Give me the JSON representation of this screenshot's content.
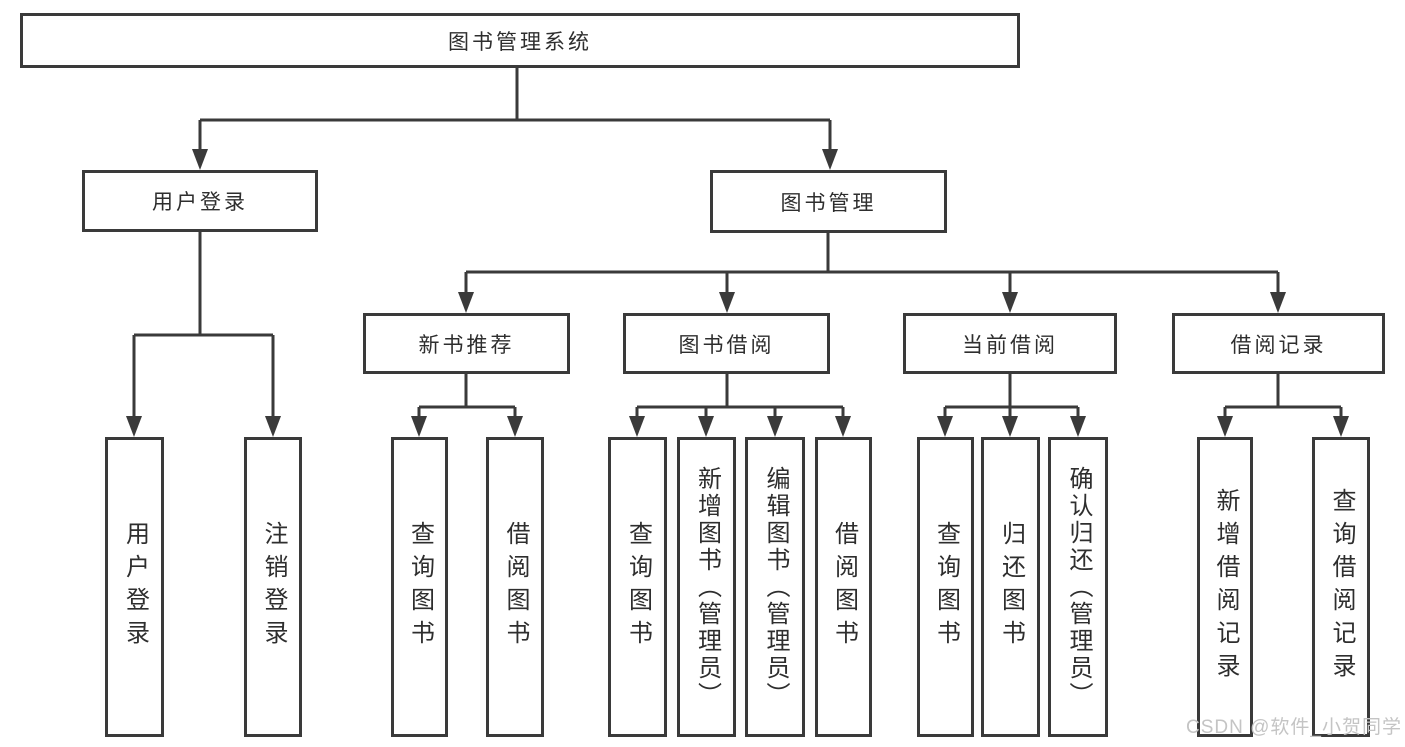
{
  "tree": {
    "label": "图书管理系统",
    "children": [
      {
        "label": "用户登录",
        "children": [
          {
            "label": "用户登录"
          },
          {
            "label": "注销登录"
          }
        ]
      },
      {
        "label": "图书管理",
        "children": [
          {
            "label": "新书推荐",
            "children": [
              {
                "label": "查询图书"
              },
              {
                "label": "借阅图书"
              }
            ]
          },
          {
            "label": "图书借阅",
            "children": [
              {
                "label": "查询图书"
              },
              {
                "label": "新增图书（管理员）"
              },
              {
                "label": "编辑图书（管理员）"
              },
              {
                "label": "借阅图书"
              }
            ]
          },
          {
            "label": "当前借阅",
            "children": [
              {
                "label": "查询图书"
              },
              {
                "label": "归还图书"
              },
              {
                "label": "确认归还（管理员）"
              }
            ]
          },
          {
            "label": "借阅记录",
            "children": [
              {
                "label": "新增借阅记录"
              },
              {
                "label": "查询借阅记录"
              }
            ]
          }
        ]
      }
    ]
  },
  "colors": {
    "line": "#3a3a3a",
    "text": "#2e2e2e",
    "watermark": "#c4c4c4"
  },
  "watermark": {
    "text": "CSDN @软件_小贺同学"
  }
}
